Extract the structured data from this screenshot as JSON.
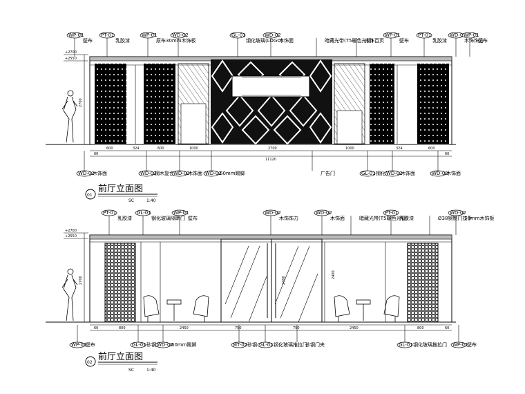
{
  "elevation1": {
    "title": "前厅立面图",
    "number": "01",
    "scale_left": "SC",
    "scale_right": "1:40",
    "level_top": "+2700",
    "level_mid": "+2550",
    "height_dim": "2700",
    "total_width": "11120",
    "top_tags": [
      {
        "code": "WP-01",
        "text": "壁布"
      },
      {
        "code": "PT-01",
        "text": "乳胶漆"
      },
      {
        "code": "WP-01",
        "text": "原布30mm木饰板"
      },
      {
        "code": "WD-02",
        "text": ""
      },
      {
        "code": "GL-01",
        "text": "钢化玻璃(LOGO)"
      },
      {
        "code": "WD-02",
        "text": "木饰面"
      },
      {
        "code": "",
        "text": "暗藏光带(T5暖色光管)"
      },
      {
        "code": "",
        "text": "木饰百页"
      },
      {
        "code": "WP-01",
        "text": "壁布"
      },
      {
        "code": "PT-01",
        "text": "乳胶漆"
      },
      {
        "code": "WD-02",
        "text": "木饰饰力"
      },
      {
        "code": "WP-01",
        "text": "壁布"
      }
    ],
    "bottom_tags": [
      {
        "code": "WD-02",
        "text": "木饰面"
      },
      {
        "code": "WD-02",
        "text": "钢木复合门面"
      },
      {
        "code": "WD-02",
        "text": "木饰面"
      },
      {
        "code": "WD-02",
        "text": "60mm踢脚"
      },
      {
        "code": "",
        "text": "广告门"
      },
      {
        "code": "GL-01",
        "text": "钢化玻璃"
      },
      {
        "code": "WD-02",
        "text": "木饰面"
      },
      {
        "code": "WD-02",
        "text": "木饰面"
      }
    ],
    "dims": [
      "60",
      "600",
      "324",
      "600",
      "1000",
      "2700",
      "1000",
      "324",
      "600",
      "60"
    ]
  },
  "elevation2": {
    "title": "前厅立面图",
    "number": "02",
    "scale_left": "SC",
    "scale_right": "1:40",
    "level_top": "+2700",
    "level_mid": "+2550",
    "height_dim": "2700",
    "door_dim": "2400",
    "top_tags": [
      {
        "code": "PT-01",
        "text": "乳胶漆"
      },
      {
        "code": "GL-01",
        "text": "钢化玻璃隔断门"
      },
      {
        "code": "WP-01",
        "text": "壁布"
      },
      {
        "code": "WD-02",
        "text": "木饰饰力"
      },
      {
        "code": "WD-02",
        "text": "木饰面"
      },
      {
        "code": "",
        "text": "暗藏光带(T5暖色光管)"
      },
      {
        "code": "PT-01",
        "text": "乳胶漆"
      },
      {
        "code": "",
        "text": "Ø38钢制门拉手"
      },
      {
        "code": "WD-02",
        "text": "50mm木饰板"
      }
    ],
    "bottom_tags": [
      {
        "code": "WP-01",
        "text": "壁布"
      },
      {
        "code": "GL-01",
        "text": "砂钢门夹"
      },
      {
        "code": "WD-02",
        "text": "60mm踢脚"
      },
      {
        "code": "MT-02",
        "text": "砂钢"
      },
      {
        "code": "GL-01",
        "text": "钢化玻璃推拉门"
      },
      {
        "code": "",
        "text": "砂钢门夹"
      },
      {
        "code": "GL-01",
        "text": "钢化玻璃推拉门"
      },
      {
        "code": "WP-01",
        "text": "壁布"
      }
    ],
    "dims": [
      "60",
      "800",
      "2450",
      "750",
      "750",
      "2450",
      "800",
      "60"
    ]
  }
}
